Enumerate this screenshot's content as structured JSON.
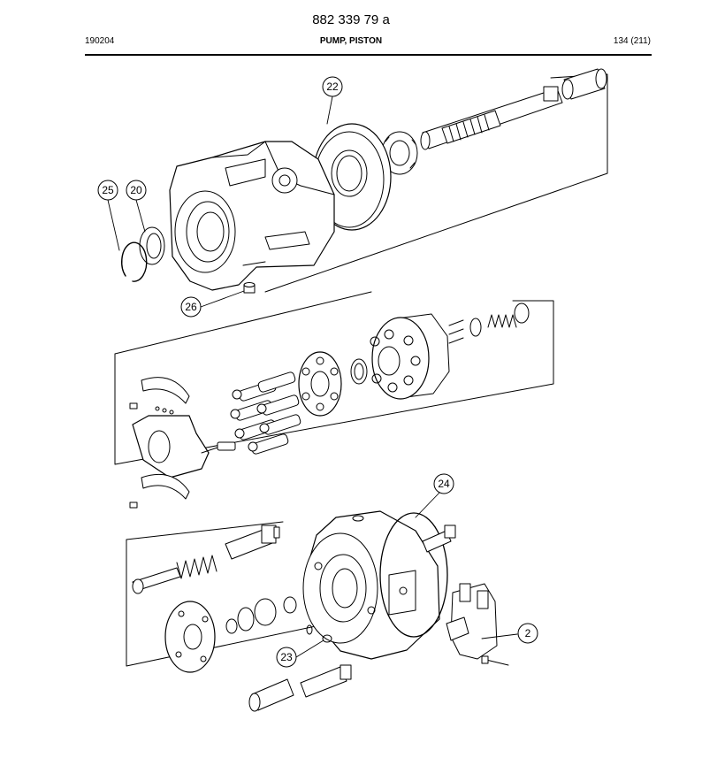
{
  "header": {
    "doc_number": "882 339 79 a",
    "date_code": "190204",
    "section_title": "PUMP, PISTON",
    "page_ref": "134 (211)"
  },
  "callouts": [
    {
      "number": "22"
    },
    {
      "number": "25"
    },
    {
      "number": "20"
    },
    {
      "number": "26"
    },
    {
      "number": "24"
    },
    {
      "number": "2"
    },
    {
      "number": "23"
    }
  ]
}
